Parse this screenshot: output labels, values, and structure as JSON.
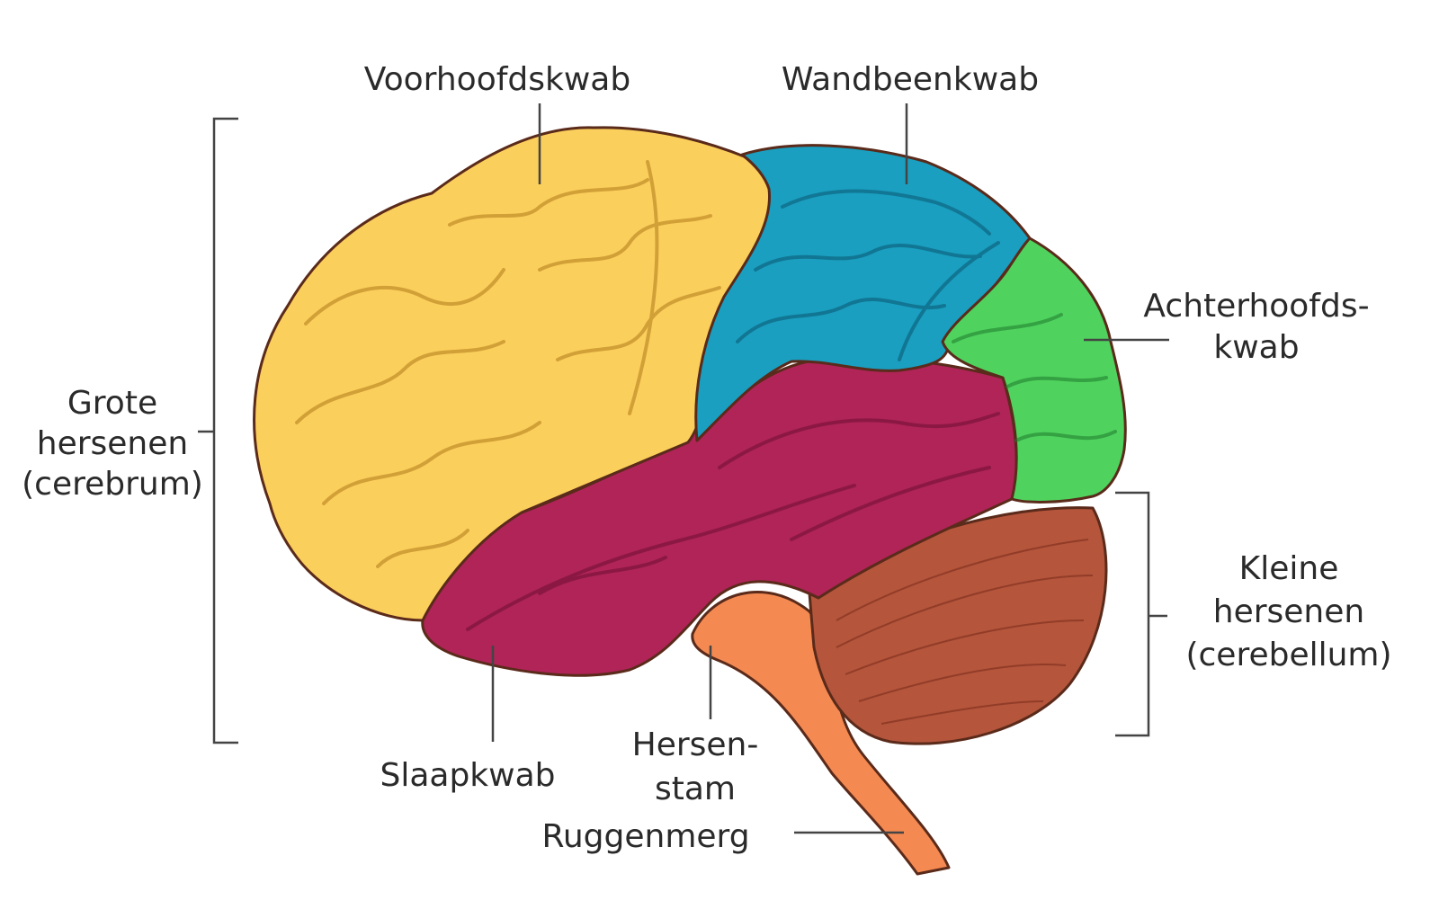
{
  "labels": {
    "frontal": "Voorhoofdskwab",
    "parietal": "Wandbeenkwab",
    "occipital_1": "Achterhoofds-",
    "occipital_2": "kwab",
    "cerebrum_1": "Grote",
    "cerebrum_2": "hersenen",
    "cerebrum_3": "(cerebrum)",
    "cerebellum_1": "Kleine",
    "cerebellum_2": "hersenen",
    "cerebellum_3": "(cerebellum)",
    "temporal": "Slaapkwab",
    "brainstem_1": "Hersen-",
    "brainstem_2": "stam",
    "spinal_cord": "Ruggenmerg"
  },
  "colors": {
    "frontal": "#fbcf5c",
    "parietal": "#1a9fc0",
    "occipital": "#4fd35e",
    "temporal": "#b02458",
    "cerebellum": "#b4553c",
    "brainstem": "#f48a52"
  }
}
